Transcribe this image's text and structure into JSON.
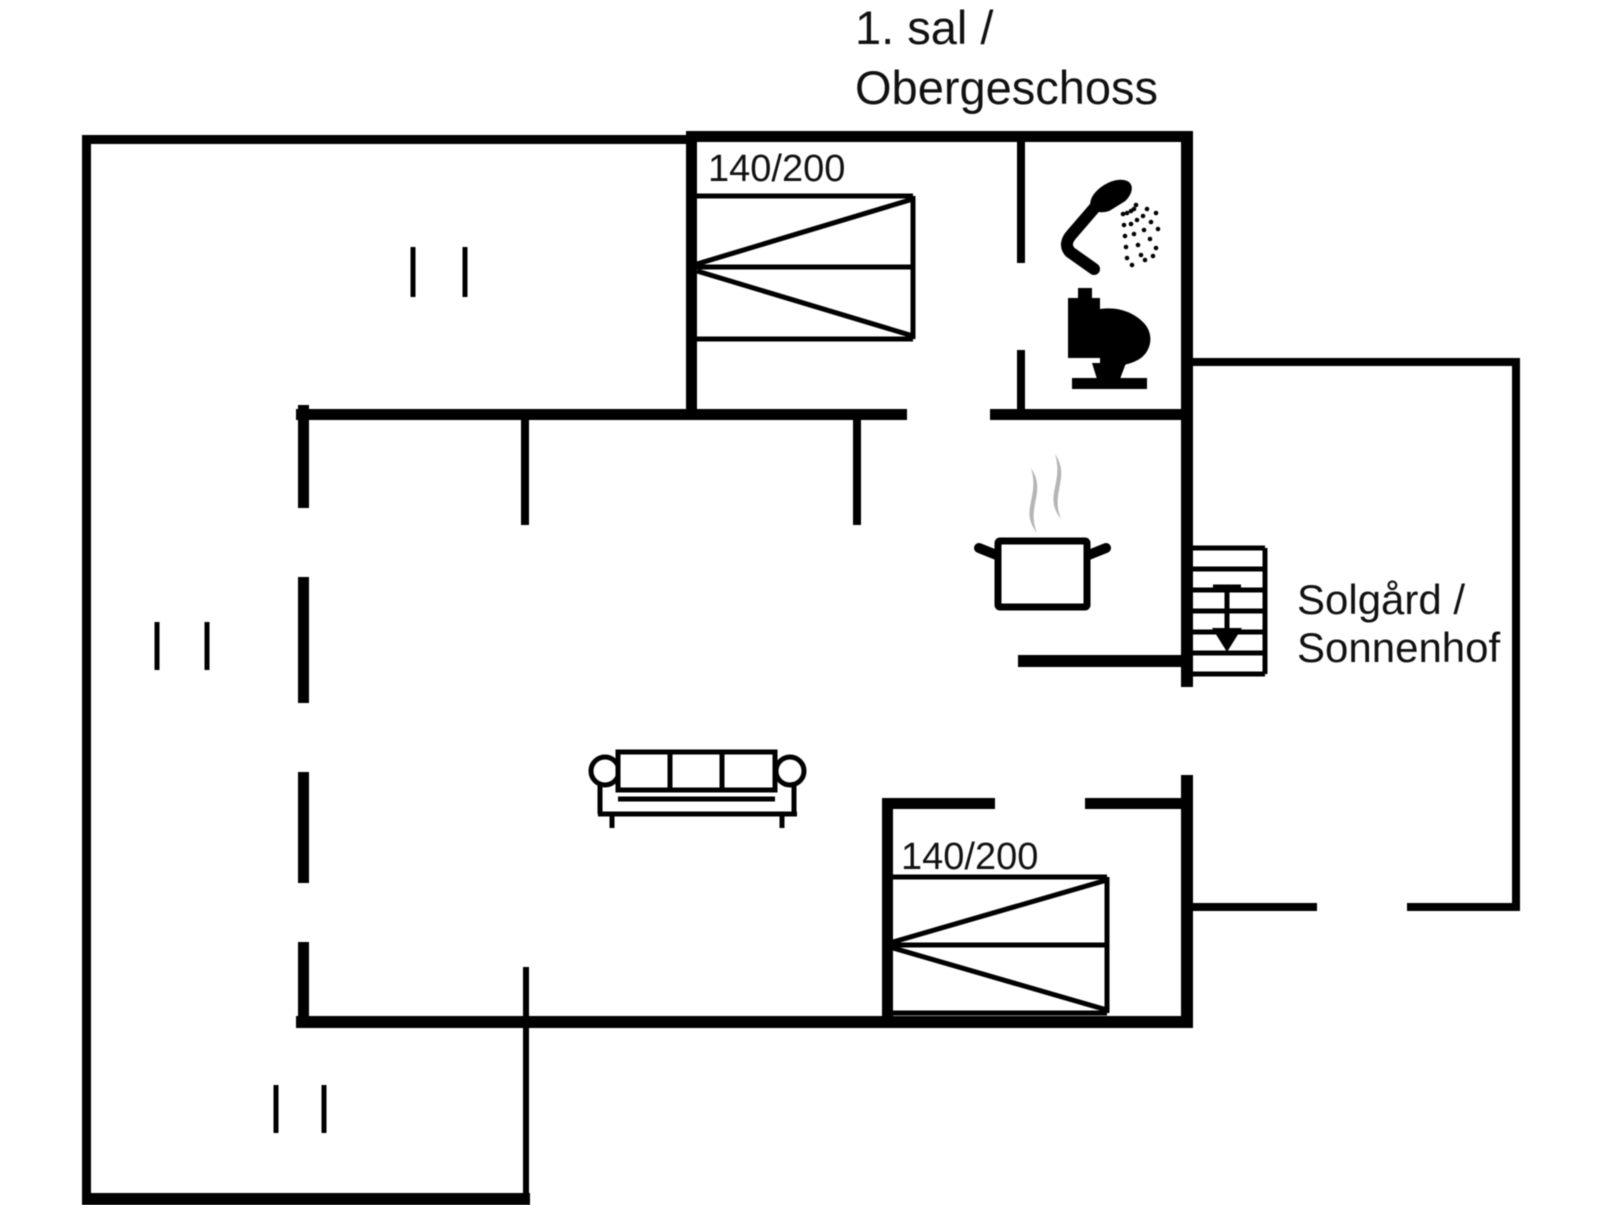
{
  "title": {
    "line1": "1. sal /",
    "line2": "Obergeschoss"
  },
  "labels": {
    "bed_top": "140/200",
    "bed_bottom": "140/200",
    "stair_area_line1": "Solgård /",
    "stair_area_line2": "Sonnenhof"
  },
  "icons": {
    "shower": "shower-icon",
    "toilet": "toilet-icon",
    "pot": "cooking-pot-icon",
    "steam": "steam-icon",
    "sofa": "sofa-icon",
    "stairs": "staircase-down-icon",
    "bed": "double-bed-icon"
  },
  "colors": {
    "wall": "#000000",
    "text": "#111111",
    "steam": "#b5b5b5",
    "background": "#ffffff"
  }
}
